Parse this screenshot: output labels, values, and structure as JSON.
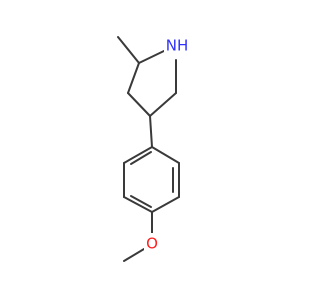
{
  "molecule": {
    "atoms": [
      {
        "id": "N1",
        "label": "NH",
        "color": "#3030ff"
      },
      {
        "id": "O1",
        "label": "O",
        "color": "#ff2020"
      }
    ],
    "bond_color": "#3a3a3a",
    "background": "#ffffff"
  }
}
